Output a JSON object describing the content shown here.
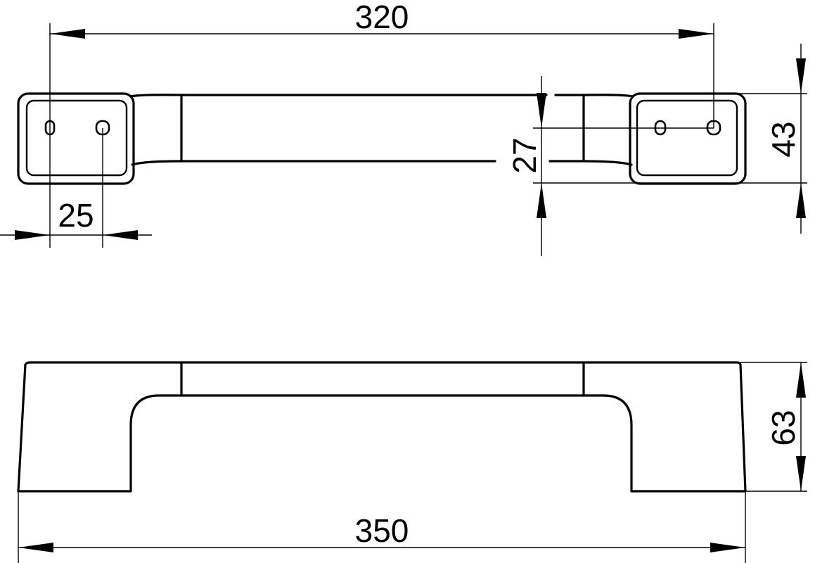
{
  "drawing": {
    "dimensions": {
      "hole_spacing": "320",
      "hole_offset": "25",
      "bar_thickness": "27",
      "base_depth": "43",
      "height": "63",
      "overall_length": "350"
    }
  }
}
